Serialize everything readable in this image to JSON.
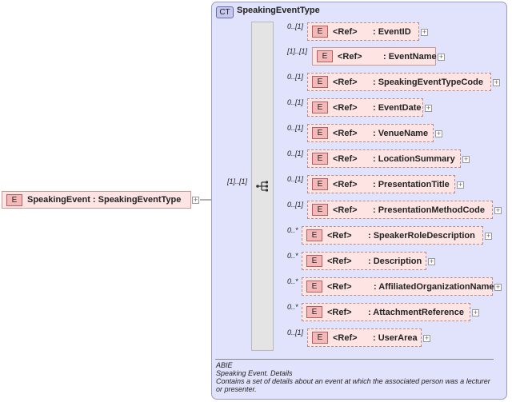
{
  "root": {
    "badge": "E",
    "label": "SpeakingEvent : SpeakingEventType",
    "cardinality": "[1]..[1]"
  },
  "complex_type": {
    "badge": "CT",
    "name": "SpeakingEventType"
  },
  "elements": [
    {
      "cardinality": "0..[1]",
      "badge": "E",
      "ref": "<Ref>",
      "name": ": EventID",
      "optional": true
    },
    {
      "cardinality": "[1]..[1]",
      "badge": "E",
      "ref": "<Ref>",
      "name": ": EventName",
      "optional": false
    },
    {
      "cardinality": "0..[1]",
      "badge": "E",
      "ref": "<Ref>",
      "name": ": SpeakingEventTypeCode",
      "optional": true
    },
    {
      "cardinality": "0..[1]",
      "badge": "E",
      "ref": "<Ref>",
      "name": ": EventDate",
      "optional": true
    },
    {
      "cardinality": "0..[1]",
      "badge": "E",
      "ref": "<Ref>",
      "name": ": VenueName",
      "optional": true
    },
    {
      "cardinality": "0..[1]",
      "badge": "E",
      "ref": "<Ref>",
      "name": ": LocationSummary",
      "optional": true
    },
    {
      "cardinality": "0..[1]",
      "badge": "E",
      "ref": "<Ref>",
      "name": ": PresentationTitle",
      "optional": true
    },
    {
      "cardinality": "0..[1]",
      "badge": "E",
      "ref": "<Ref>",
      "name": ": PresentationMethodCode",
      "optional": true
    },
    {
      "cardinality": "0..*",
      "badge": "E",
      "ref": "<Ref>",
      "name": ": SpeakerRoleDescription",
      "optional": true
    },
    {
      "cardinality": "0..*",
      "badge": "E",
      "ref": "<Ref>",
      "name": ": Description",
      "optional": true
    },
    {
      "cardinality": "0..*",
      "badge": "E",
      "ref": "<Ref>",
      "name": ": AffiliatedOrganizationName",
      "optional": true
    },
    {
      "cardinality": "0..*",
      "badge": "E",
      "ref": "<Ref>",
      "name": ": AttachmentReference",
      "optional": true
    },
    {
      "cardinality": "0..[1]",
      "badge": "E",
      "ref": "<Ref>",
      "name": ": UserArea",
      "optional": true
    }
  ],
  "documentation": {
    "line1": "ABIE",
    "line2": "Speaking Event. Details",
    "line3": "Contains a set of details about an event at which the associated person was a lecturer",
    "line4": "or presenter."
  },
  "expand_symbol": "+"
}
